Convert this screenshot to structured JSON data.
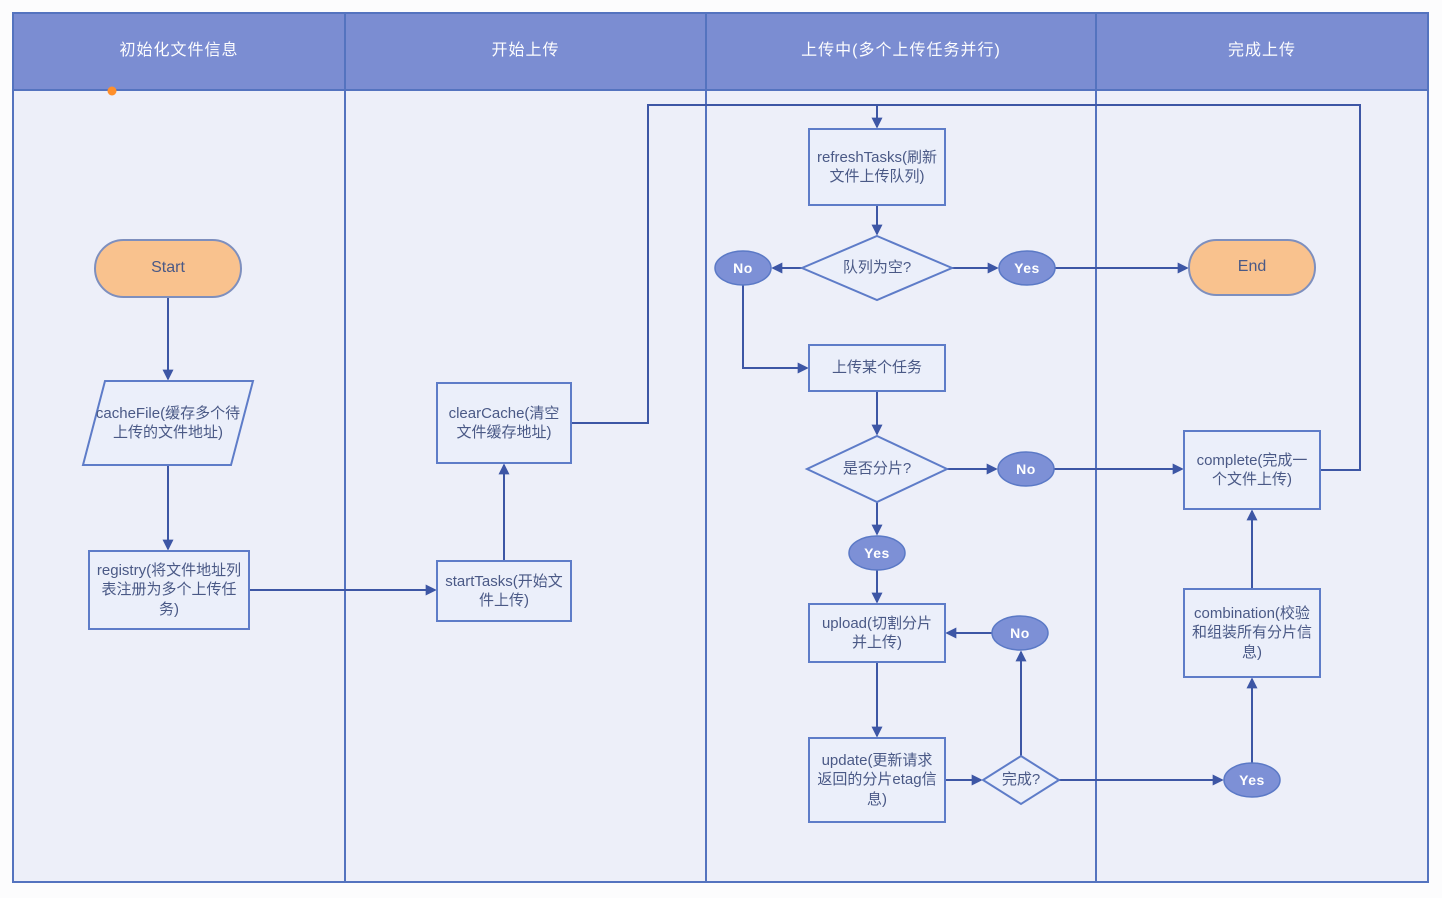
{
  "diagram": {
    "lanes": [
      {
        "label": "初始化文件信息"
      },
      {
        "label": "开始上传"
      },
      {
        "label": "上传中(多个上传任务并行)"
      },
      {
        "label": "完成上传"
      }
    ],
    "nodes": {
      "start": {
        "label": "Start",
        "type": "terminator"
      },
      "cache_file": {
        "label": "cacheFile(缓存多个待上传的文件地址)",
        "type": "data"
      },
      "registry": {
        "label": "registry(将文件地址列表注册为多个上传任务)",
        "type": "process"
      },
      "start_tasks": {
        "label": "startTasks(开始文件上传)",
        "type": "process"
      },
      "clear_cache": {
        "label": "clearCache(清空文件缓存地址)",
        "type": "process"
      },
      "refresh_tasks": {
        "label": "refreshTasks(刷新文件上传队列)",
        "type": "process"
      },
      "queue_empty": {
        "label": "队列为空?",
        "type": "decision"
      },
      "upload_task": {
        "label": "上传某个任务",
        "type": "process"
      },
      "is_chunked": {
        "label": "是否分片?",
        "type": "decision"
      },
      "upload": {
        "label": "upload(切割分片并上传)",
        "type": "process"
      },
      "update": {
        "label": "update(更新请求返回的分片etag信息)",
        "type": "process"
      },
      "done": {
        "label": "完成?",
        "type": "decision"
      },
      "combination": {
        "label": "combination(校验和组装所有分片信息)",
        "type": "process"
      },
      "complete": {
        "label": "complete(完成一个文件上传)",
        "type": "process"
      },
      "end": {
        "label": "End",
        "type": "terminator"
      }
    },
    "badges": {
      "queue_empty_no": {
        "label": "No"
      },
      "queue_empty_yes": {
        "label": "Yes"
      },
      "is_chunked_no": {
        "label": "No"
      },
      "is_chunked_yes": {
        "label": "Yes"
      },
      "done_no": {
        "label": "No"
      },
      "done_yes": {
        "label": "Yes"
      }
    },
    "edges": [
      {
        "from": "start",
        "to": "cache_file"
      },
      {
        "from": "cache_file",
        "to": "registry"
      },
      {
        "from": "registry",
        "to": "start_tasks"
      },
      {
        "from": "start_tasks",
        "to": "clear_cache"
      },
      {
        "from": "clear_cache",
        "to": "refresh_tasks"
      },
      {
        "from": "refresh_tasks",
        "to": "queue_empty"
      },
      {
        "from": "queue_empty",
        "to": "upload_task",
        "label": "No"
      },
      {
        "from": "queue_empty",
        "to": "end",
        "label": "Yes"
      },
      {
        "from": "upload_task",
        "to": "is_chunked"
      },
      {
        "from": "is_chunked",
        "to": "complete",
        "label": "No"
      },
      {
        "from": "is_chunked",
        "to": "upload",
        "label": "Yes"
      },
      {
        "from": "upload",
        "to": "update"
      },
      {
        "from": "update",
        "to": "done"
      },
      {
        "from": "done",
        "to": "upload",
        "label": "No"
      },
      {
        "from": "done",
        "to": "combination",
        "label": "Yes"
      },
      {
        "from": "combination",
        "to": "complete"
      },
      {
        "from": "complete",
        "to": "refresh_tasks"
      }
    ],
    "colors": {
      "header_fill": "#7B8DD2",
      "header_text": "#FDFDFE",
      "lane_fill": "#EDEFF9",
      "lane_border": "#5473BF",
      "node_fill": "#EBEFFA",
      "node_border": "#5E7CC8",
      "node_text": "#4A5986",
      "terminator_fill": "#F9C28E",
      "terminator_border": "#7E8FBE",
      "badge_fill": "#7D90D6",
      "badge_text": "#FFFFFF",
      "connector": "#3D56A5",
      "marker_dot": "#FF8F2B"
    }
  }
}
